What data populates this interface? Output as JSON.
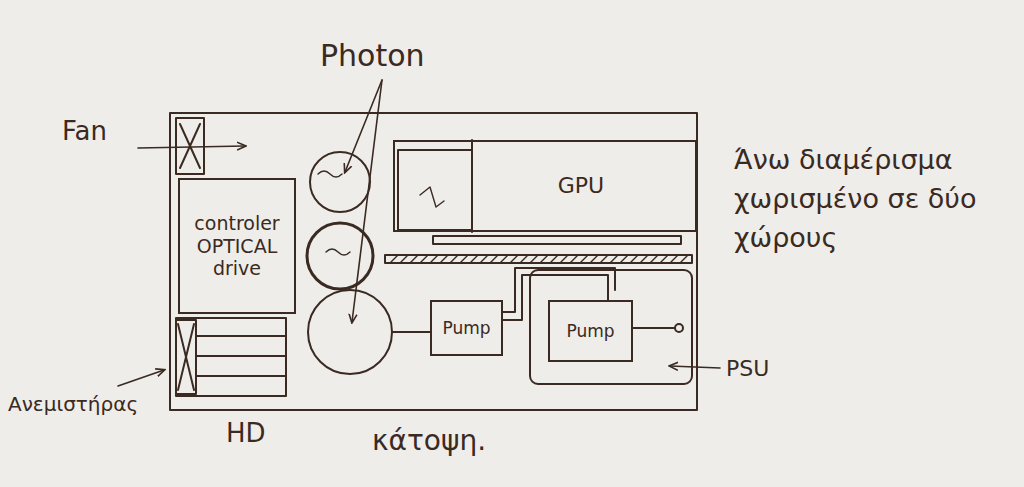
{
  "diagram": {
    "caption": "κάτοψη.",
    "nodes": [
      {
        "text": [
          "controler OPTICAL drive"
        ]
      },
      {
        "text": [
          "GPU"
        ]
      },
      {
        "text": [
          "Pump"
        ]
      },
      {
        "text": [
          "Pump"
        ]
      }
    ],
    "labels": [
      "Photon",
      "Fan",
      "Ανεμιστήρας",
      "HD",
      "PSU",
      "Άνω διαμέρισμα χωρισμένο σε δύο χώρους"
    ]
  }
}
